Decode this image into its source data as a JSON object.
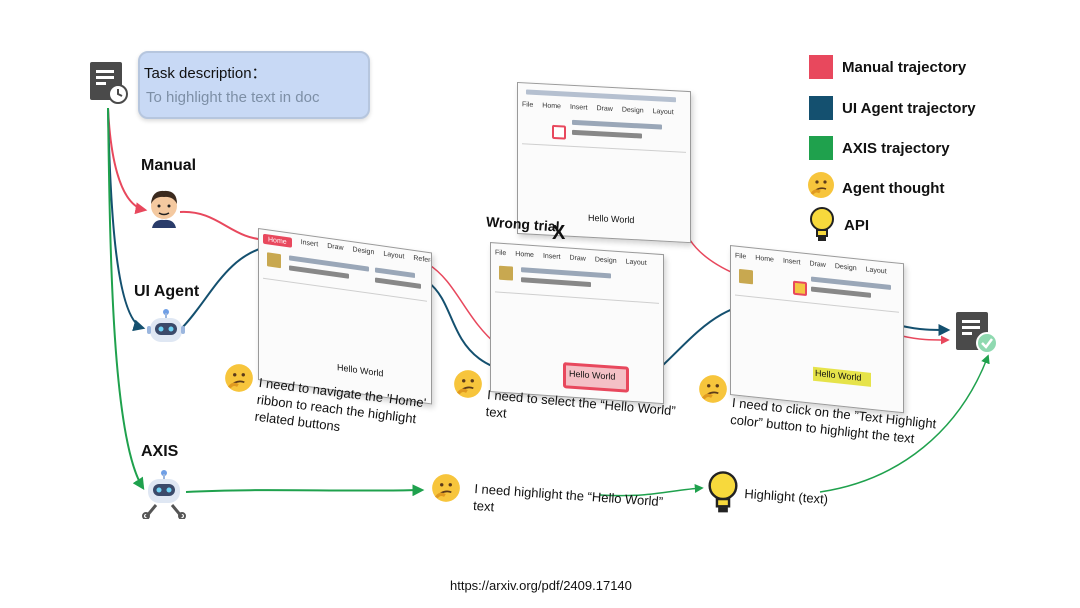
{
  "task": {
    "title": "Task description：",
    "text": "To highlight the text in doc"
  },
  "legend": [
    {
      "label": "Manual trajectory",
      "color": "#e8485d"
    },
    {
      "label": "UI Agent trajectory",
      "color": "#14506f"
    },
    {
      "label": "AXIS trajectory",
      "color": "#1fa14d"
    },
    {
      "label": "Agent thought",
      "icon": "thinking-face-icon"
    },
    {
      "label": "API",
      "icon": "lightbulb-icon"
    }
  ],
  "actors": {
    "manual": "Manual",
    "ui_agent": "UI Agent",
    "axis": "AXIS"
  },
  "docs": {
    "menu": [
      "File",
      "Home",
      "Insert",
      "Draw",
      "Design",
      "Layout",
      "References"
    ],
    "hello": "Hello World"
  },
  "wrong_trial": "Wrong trial",
  "wrong_mark": "X",
  "thoughts": {
    "t1": "I need to navigate the 'Home' ribbon to reach the highlight related buttons",
    "t2": "I need to select the “Hello World” text",
    "t3": "I need to click on the ”Text Highlight color” button to highlight the text",
    "axis": "I need highlight the “Hello World” text",
    "api": "Highlight (text)"
  },
  "url": "https://arxiv.org/pdf/2409.17140",
  "colors": {
    "manual": "#e8485d",
    "ui_agent": "#14506f",
    "axis": "#1fa14d",
    "task_box": "#c8d9f5",
    "icon_dark": "#4a4a4a"
  }
}
